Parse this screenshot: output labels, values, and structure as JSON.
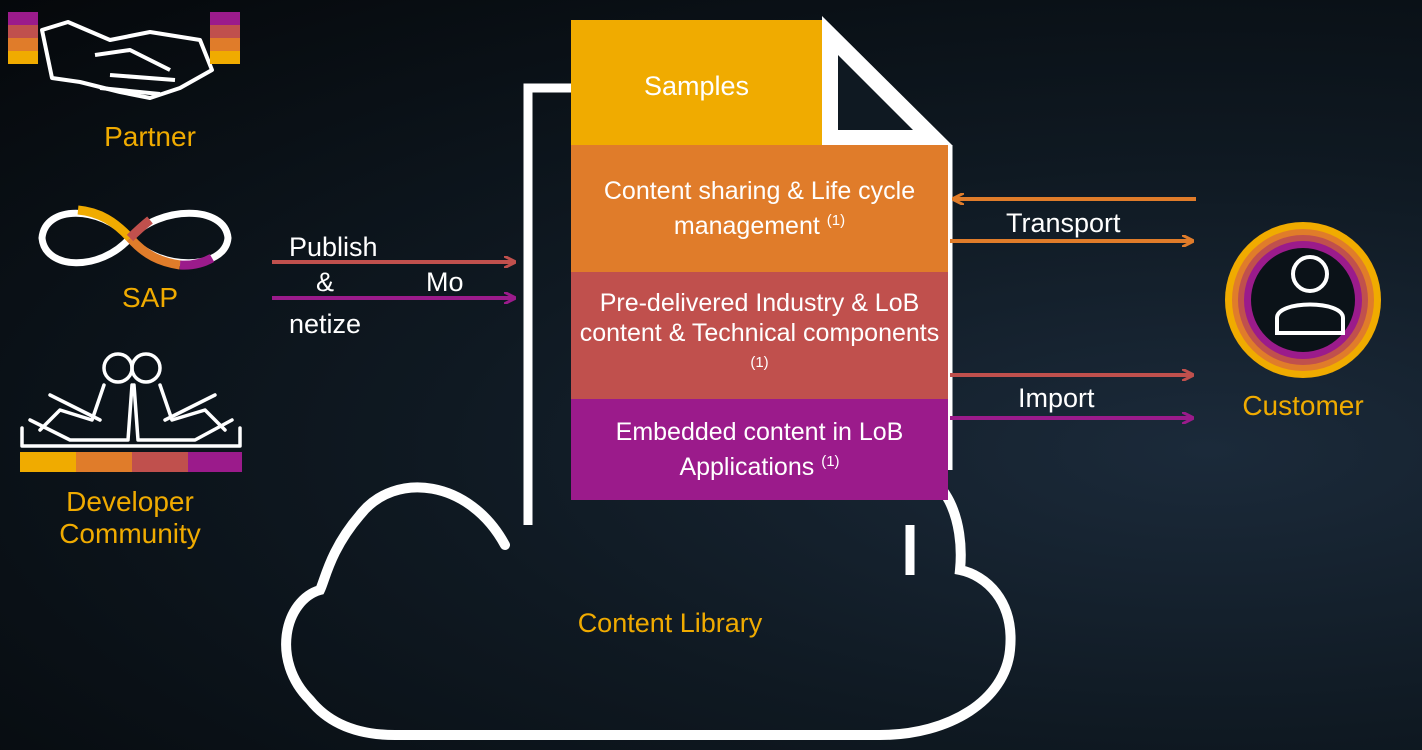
{
  "sources": {
    "partner": {
      "label": "Partner"
    },
    "sap": {
      "label": "SAP"
    },
    "developer": {
      "label_line1": "Developer",
      "label_line2": "Community"
    }
  },
  "publish": {
    "line1": "Publish",
    "line2_a": "&",
    "line2_b": "Mo",
    "line3": "netize"
  },
  "document": {
    "samples": "Samples",
    "bands": [
      {
        "text": "Content sharing & Life cycle management",
        "note": "(1)",
        "color": "#e07c2a"
      },
      {
        "text": "Pre-delivered Industry & LoB content & Technical components",
        "note": "(1)",
        "color": "#c0504d"
      },
      {
        "text": "Embedded content in LoB Applications",
        "note": "(1)",
        "color": "#9b1b8b"
      }
    ]
  },
  "cloud_label": "Content Library",
  "transport": "Transport",
  "import": "Import",
  "customer": {
    "label": "Customer"
  },
  "colors": {
    "gold": "#f0ab00",
    "orange": "#e07c2a",
    "red": "#c0504d",
    "purple": "#9b1b8b",
    "white": "#ffffff",
    "background": "#0f1922"
  }
}
